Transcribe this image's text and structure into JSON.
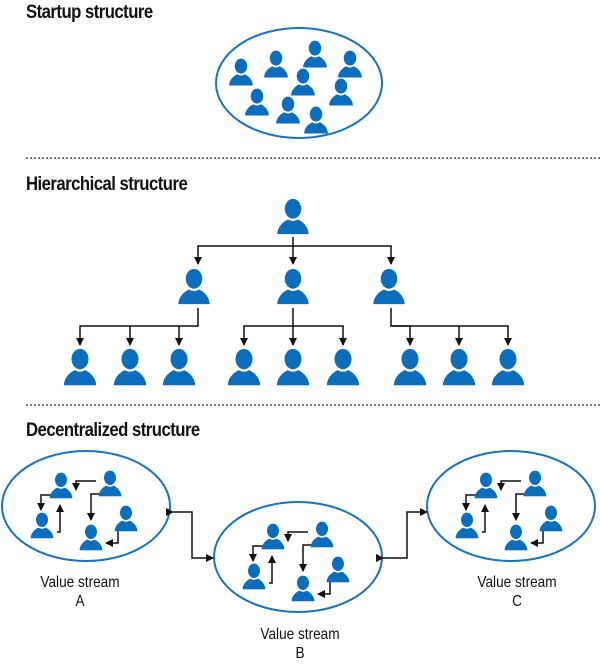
{
  "colors": {
    "person": "#0a6ebd",
    "ellipse_stroke": "#1a73be",
    "arrow": "#111111",
    "divider": "#555555",
    "text": "#111111"
  },
  "sections": {
    "startup": {
      "title": "Startup structure",
      "people_count": 9
    },
    "hierarchical": {
      "title": "Hierarchical structure",
      "levels": [
        1,
        3,
        9
      ],
      "icon": "person-icon"
    },
    "decentralized": {
      "title": "Decentralized structure",
      "streams": [
        {
          "line1": "Value stream",
          "line2": "A"
        },
        {
          "line1": "Value stream",
          "line2": "B"
        },
        {
          "line1": "Value stream",
          "line2": "C"
        }
      ],
      "people_per_stream": 5
    }
  },
  "icons": {
    "person": "person-icon",
    "arrow": "arrow-icon"
  }
}
